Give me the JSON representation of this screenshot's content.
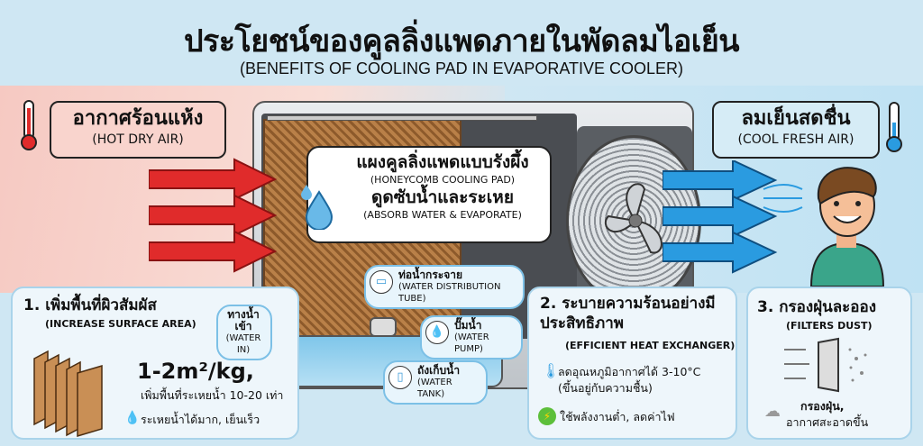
{
  "header": {
    "title": "ประโยชน์ของคูลลิ่งแพดภายในพัดลมไอเย็น",
    "subtitle": "(BENEFITS OF COOLING PAD IN EVAPORATIVE COOLER)"
  },
  "hot_air": {
    "th": "อากาศร้อนแห้ง",
    "en": "(HOT DRY AIR)",
    "color": "#e02b2b"
  },
  "cool_air": {
    "th": "ลมเย็นสดชื่น",
    "en": "(COOL FRESH AIR)",
    "color": "#2a9be0"
  },
  "callout": {
    "line1_th": "แผงคูลลิ่งแพดแบบรังผึ้ง",
    "line1_en": "(HONEYCOMB COOLING PAD)",
    "line2_th": "ดูดซับน้ำและระเหย",
    "line2_en": "(ABSORB WATER & EVAPORATE)"
  },
  "parts": {
    "water_in": {
      "th": "ทางน้ำเข้า",
      "en": "(WATER IN)"
    },
    "distribution_tube": {
      "th": "ท่อน้ำกระจาย",
      "en": "(WATER DISTRIBUTION TUBE)",
      "icon": "pipe-icon"
    },
    "pump": {
      "th": "ปั๊มน้ำ",
      "en": "(WATER PUMP)",
      "icon": "water-drop-icon"
    },
    "tank": {
      "th": "ถังเก็บน้ำ",
      "en": "(WATER TANK)",
      "icon": "tank-icon"
    }
  },
  "benefits": [
    {
      "title": "1. เพิ่มพื้นที่ผิวสัมผัส",
      "subtitle": "(INCREASE SURFACE AREA)",
      "value": "1-2m²/kg,",
      "line1": "เพิ่มพื้นที่ระเหยน้ำ 10-20 เท่า",
      "line2": "ระเหยน้ำได้มาก, เย็นเร็ว"
    },
    {
      "title": "2. ระบายความร้อนอย่างมีประสิทธิภาพ",
      "subtitle": "(EFFICIENT HEAT EXCHANGER)",
      "line1": "ลดอุณหภูมิอากาศได้ 3-10°C",
      "line1b": "(ขึ้นอยู่กับความชื้น)",
      "line2": "ใช้พลังงานต่ำ, ลดค่าไฟ"
    },
    {
      "title": "3. กรองฝุ่นละออง",
      "subtitle": "(FILTERS DUST)",
      "line1": "กรองฝุ่น,",
      "line1b": "อากาศสะอาดขึ้น"
    }
  ]
}
